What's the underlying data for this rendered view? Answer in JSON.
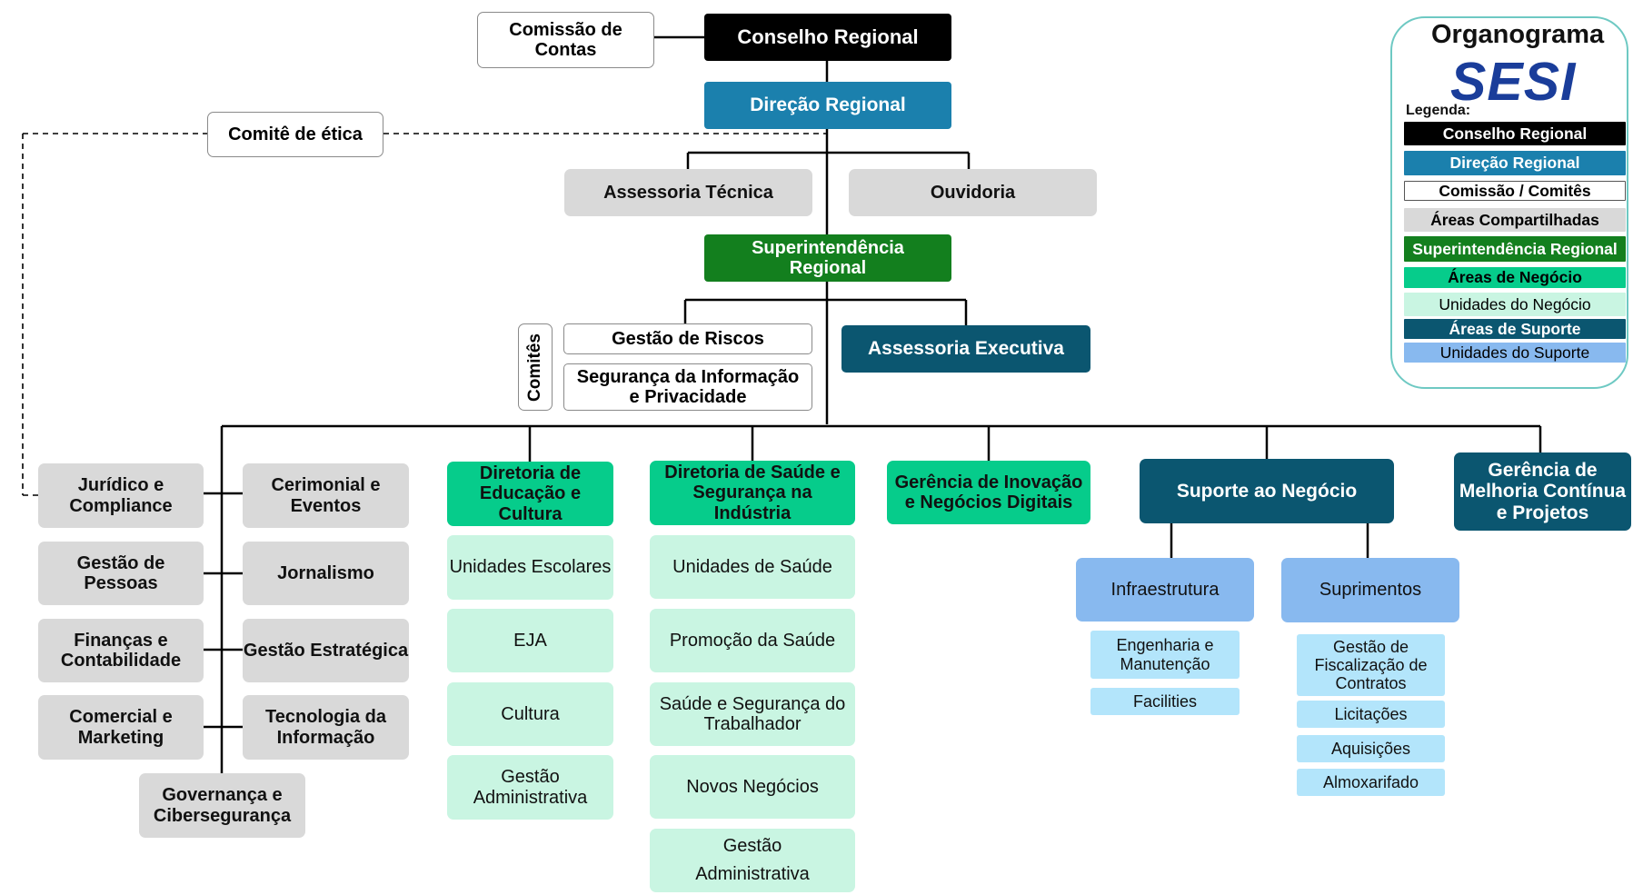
{
  "top": {
    "conselho": "Conselho Regional",
    "comissao": "Comissão de Contas",
    "direcao": "Direção Regional",
    "comite_etica": "Comitê de ética",
    "assessoria_tecnica": "Assessoria Técnica",
    "ouvidoria": "Ouvidoria",
    "superintendencia": "Superintendência Regional",
    "comites_label": "Comitês",
    "gestao_riscos": "Gestão de Riscos",
    "seguranca_info": "Segurança da Informação e Privacidade",
    "assessoria_executiva": "Assessoria Executiva"
  },
  "shared_areas": {
    "left": [
      "Jurídico e Compliance",
      "Gestão de Pessoas",
      "Finanças e Contabilidade",
      "Comercial e Marketing"
    ],
    "right": [
      "Cerimonial e Eventos",
      "Jornalismo",
      "Gestão Estratégica",
      "Tecnologia da Informação"
    ],
    "bottom": "Governança e Cibersegurança"
  },
  "education": {
    "title": "Diretoria de Educação e Cultura",
    "units": [
      "Unidades Escolares",
      "EJA",
      "Cultura",
      "Gestão Administrativa"
    ]
  },
  "health": {
    "title": "Diretoria de Saúde e Segurança na Indústria",
    "units": [
      "Unidades de Saúde",
      "Promoção da Saúde",
      "Saúde e Segurança do Trabalhador",
      "Novos Negócios",
      "Gestão Administrativa"
    ]
  },
  "innovation": {
    "title": "Gerência de Inovação e Negócios Digitais"
  },
  "support": {
    "title": "Suporte ao Negócio",
    "infra": {
      "title": "Infraestrutura",
      "items": [
        "Engenharia e Manutenção",
        "Facilities"
      ]
    },
    "suprimentos": {
      "title": "Suprimentos",
      "items": [
        "Gestão de Fiscalização de Contratos",
        "Licitações",
        "Aquisições",
        "Almoxarifado"
      ]
    }
  },
  "improvement": {
    "title": "Gerência de Melhoria Contínua e Projetos"
  },
  "legend": {
    "title": "Organograma",
    "logo": "SESI",
    "caption": "Legenda:",
    "items": [
      {
        "label": "Conselho Regional",
        "bg": "#000000",
        "fg": "#ffffff"
      },
      {
        "label": "Direção Regional",
        "bg": "#1b80ad",
        "fg": "#ffffff"
      },
      {
        "label": "Comissão / Comitês",
        "bg": "#ffffff",
        "fg": "#000000"
      },
      {
        "label": "Áreas Compartilhadas",
        "bg": "#d9d9d9",
        "fg": "#000000"
      },
      {
        "label": "Superintendência Regional",
        "bg": "#137f1e",
        "fg": "#ffffff"
      },
      {
        "label": "Áreas de Negócio",
        "bg": "#06cc8b",
        "fg": "#000000"
      },
      {
        "label": "Unidades do Negócio",
        "bg": "#c9f5e2",
        "fg": "#000000"
      },
      {
        "label": "Áreas de Suporte",
        "bg": "#0b5670",
        "fg": "#ffffff"
      },
      {
        "label": "Unidades do Suporte",
        "bg": "#88b9ef",
        "fg": "#000000"
      }
    ]
  }
}
